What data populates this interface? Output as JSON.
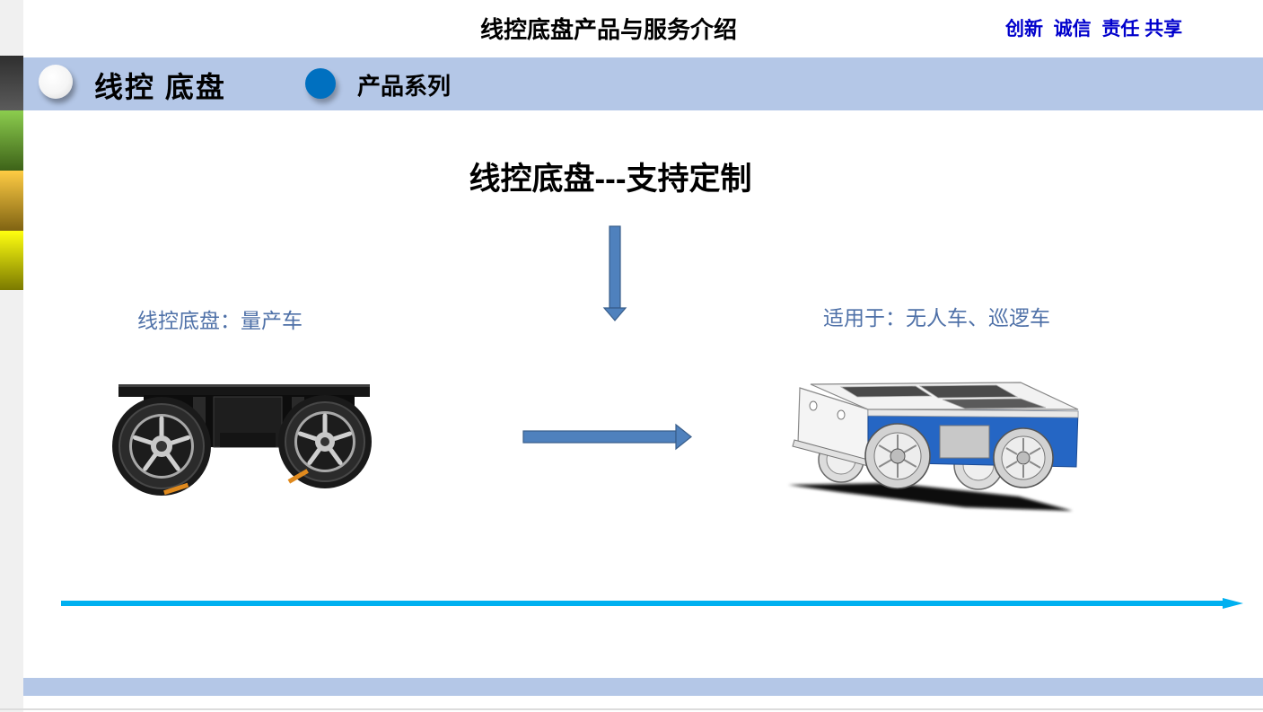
{
  "header": {
    "title": "线控底盘产品与服务介绍",
    "motto": "创新  诚信  责任 共享"
  },
  "banner": {
    "section_label": "线控 底盘",
    "subsection_label": "产品系列"
  },
  "main": {
    "heading": "线控底盘---支持定制",
    "left_caption": "线控底盘：量产车",
    "right_caption": "适用于：无人车、巡逻车"
  },
  "icons": {
    "banner_bullet_1": "white-circle-bullet-icon",
    "banner_bullet_2": "blue-circle-bullet-icon",
    "flow_down": "down-arrow-icon",
    "flow_right": "right-arrow-icon",
    "timeline": "timeline-arrow-icon",
    "left_image": "chassis-image",
    "right_image": "vehicle-image"
  },
  "colors": {
    "banner_band": "#b4c7e7",
    "motto_text": "#0000cc",
    "caption_text": "#4f71a8",
    "flow_arrow_fill": "#4f81bd",
    "flow_arrow_stroke": "#385d8a",
    "timeline_arrow": "#00b0f0",
    "bullet_blue": "#0070c0",
    "vehicle_side": "#2566c4",
    "side_tabs": [
      "#3a3a3a",
      "#6fb33a",
      "#e0b030",
      "#e6e600"
    ]
  }
}
